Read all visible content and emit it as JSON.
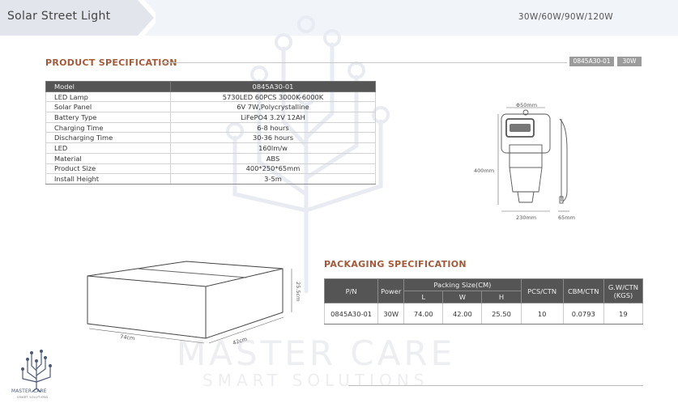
{
  "header": {
    "title": "Solar Street Light",
    "powers": "30W/60W/90W/120W"
  },
  "watermark": {
    "brand": "MASTER CARE",
    "tagline": "SMART SOLUTIONS"
  },
  "spec": {
    "title": "PRODUCT SPECIFICATION",
    "badge_model": "0845A30-01",
    "badge_power": "30W",
    "rows": [
      {
        "key": "Model",
        "value": "0845A30-01"
      },
      {
        "key": "LED Lamp",
        "value": "5730LED 60PCS 3000K-6000K"
      },
      {
        "key": "Solar Panel",
        "value": "6V 7W,Polycrystalline"
      },
      {
        "key": "Battery Type",
        "value": "LiFePO4 3.2V 12AH"
      },
      {
        "key": "Charging Time",
        "value": "6-8 hours"
      },
      {
        "key": "Discharging Time",
        "value": "30-36 hours"
      },
      {
        "key": "LED",
        "value": "160lm/w"
      },
      {
        "key": "Material",
        "value": "ABS"
      },
      {
        "key": "Product Size",
        "value": "400*250*65mm"
      },
      {
        "key": "Install Height",
        "value": "3-5m"
      }
    ]
  },
  "drawing": {
    "dia": "Φ50mm",
    "height": "400mm",
    "width": "230mm",
    "depth": "65mm"
  },
  "box": {
    "length": "74cm",
    "width": "42cm",
    "height": "25.5cm"
  },
  "packaging": {
    "title": "PACKAGING SPECIFICATION",
    "headers": {
      "pn": "P/N",
      "power": "Power",
      "size": "Packing Size(CM)",
      "l": "L",
      "w": "W",
      "h": "H",
      "pcs": "PCS/CTN",
      "cbm": "CBM/CTN",
      "gw": "G.W/CTN (KGS)"
    },
    "row": {
      "pn": "0845A30-01",
      "power": "30W",
      "l": "74.00",
      "w": "42.00",
      "h": "25.50",
      "pcs": "10",
      "cbm": "0.0793",
      "gw": "19"
    }
  },
  "logo": {
    "name": "MASTER CARE",
    "sub": "SMART SOLUTIONS"
  }
}
